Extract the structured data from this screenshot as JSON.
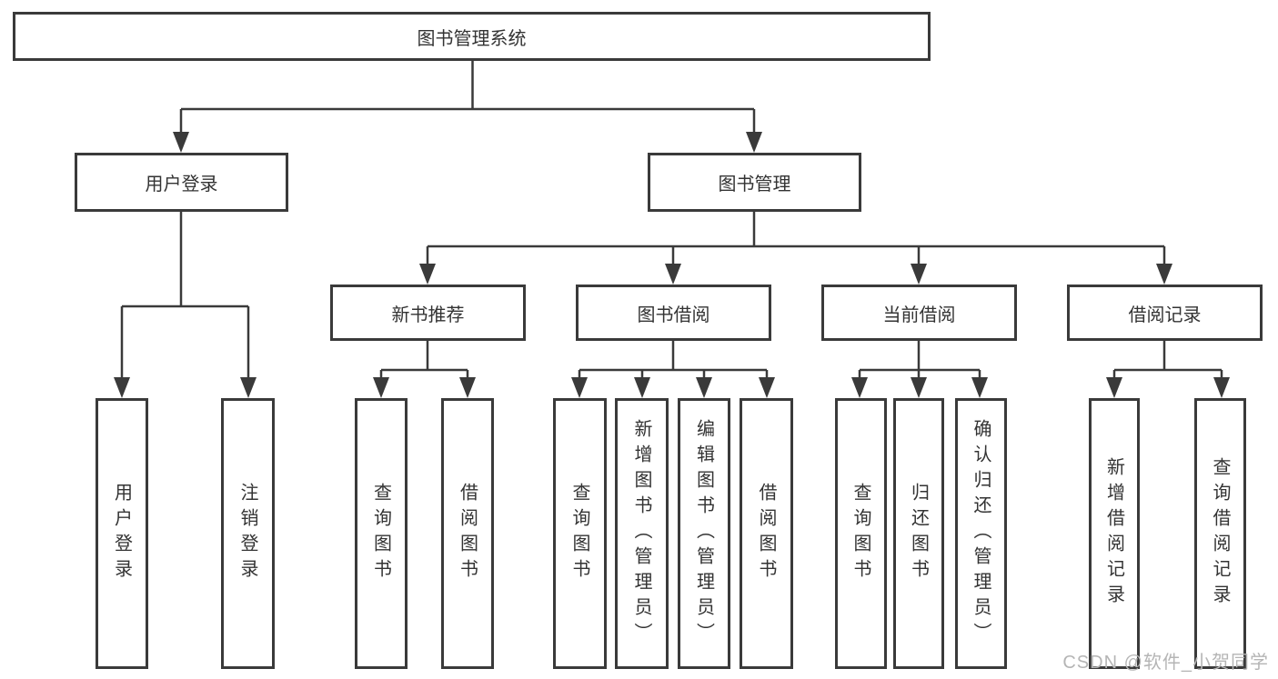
{
  "diagram": {
    "root": {
      "label": "图书管理系统"
    },
    "level2": {
      "user_login": {
        "label": "用户登录"
      },
      "book_management": {
        "label": "图书管理"
      }
    },
    "level3": {
      "new_book_recommend": {
        "label": "新书推荐"
      },
      "book_borrow": {
        "label": "图书借阅"
      },
      "current_borrow": {
        "label": "当前借阅"
      },
      "borrow_record": {
        "label": "借阅记录"
      }
    },
    "leaves": {
      "user_login": [
        "用户登录",
        "注销登录"
      ],
      "new_book_recommend": [
        "查询图书",
        "借阅图书"
      ],
      "book_borrow": [
        "查询图书",
        "新增图书（管理员）",
        "编辑图书（管理员）",
        "借阅图书"
      ],
      "current_borrow": [
        "查询图书",
        "归还图书",
        "确认归还（管理员）"
      ],
      "borrow_record": [
        "新增借阅记录",
        "查询借阅记录"
      ]
    },
    "watermark": "CSDN @软件_小贺同学",
    "colors": {
      "line": "#3a3a3a",
      "text": "#333333",
      "watermark": "#b5b5b5",
      "background": "#ffffff"
    }
  }
}
